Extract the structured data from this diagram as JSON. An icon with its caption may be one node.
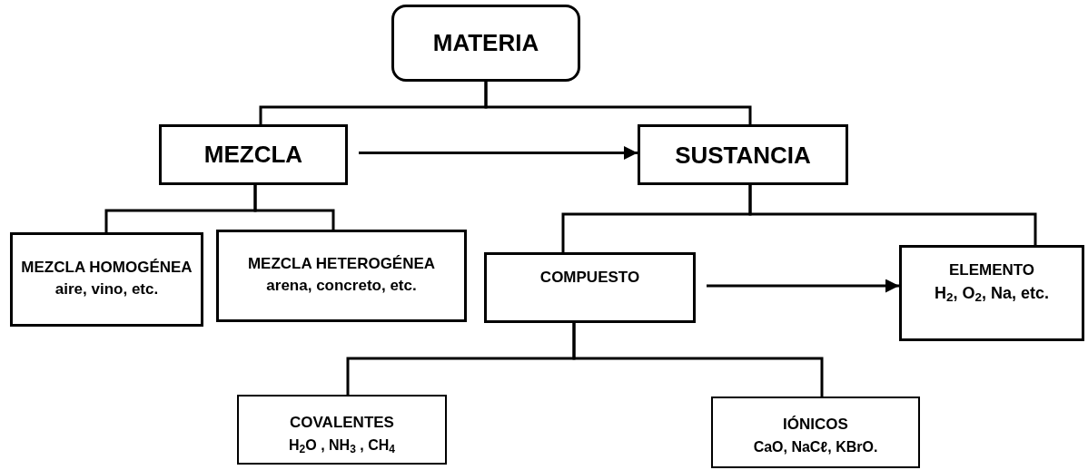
{
  "diagram": {
    "nodes": [
      {
        "text": [
          "MATERIA"
        ]
      },
      {
        "text": [
          "MEZCLA"
        ]
      },
      {
        "text": [
          "SUSTANCIA"
        ]
      },
      {
        "text": [
          "MEZCLA HOMOGÉNEA",
          "aire, vino, etc."
        ]
      },
      {
        "text": [
          "MEZCLA HETEROGÉNEA",
          "arena, concreto, etc."
        ]
      },
      {
        "text": [
          "COMPUESTO"
        ]
      },
      {
        "text": [
          "ELEMENTO",
          "H$_{2}$, O$_{2}$, Na, etc."
        ]
      },
      {
        "text": [
          "COVALENTES",
          "H$_{2}$O , NH$_{3}$ , CH$_{4}$"
        ]
      },
      {
        "text": [
          "IÓNICOS",
          "CaO, NaCℓ, KBrO."
        ]
      }
    ],
    "edges": [
      {
        "from": 0,
        "to": 1,
        "arrow": "none"
      },
      {
        "from": 0,
        "to": 2,
        "arrow": "none"
      },
      {
        "from": 1,
        "to": 2,
        "arrow": "to"
      },
      {
        "from": 1,
        "to": 3,
        "arrow": "none"
      },
      {
        "from": 1,
        "to": 4,
        "arrow": "none"
      },
      {
        "from": 2,
        "to": 5,
        "arrow": "none"
      },
      {
        "from": 2,
        "to": 6,
        "arrow": "none"
      },
      {
        "from": 5,
        "to": 6,
        "arrow": "to"
      },
      {
        "from": 5,
        "to": 7,
        "arrow": "none"
      },
      {
        "from": 5,
        "to": 8,
        "arrow": "none"
      }
    ]
  }
}
